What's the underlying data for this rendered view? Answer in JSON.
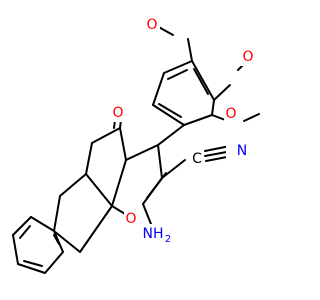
{
  "molecule": {
    "labels": {
      "o_ome1": "O",
      "o_ome2": "O",
      "o_ome3": "O",
      "o_ketone": "O",
      "n_nitrile": "N",
      "c_nitrile": "C",
      "nh2": "NH",
      "nh2_sub": "2",
      "o_ring": "O"
    },
    "colors": {
      "bond": "#000000",
      "oxygen": "#ff0000",
      "nitrogen": "#0000ff",
      "carbon_label": "#000000"
    }
  }
}
